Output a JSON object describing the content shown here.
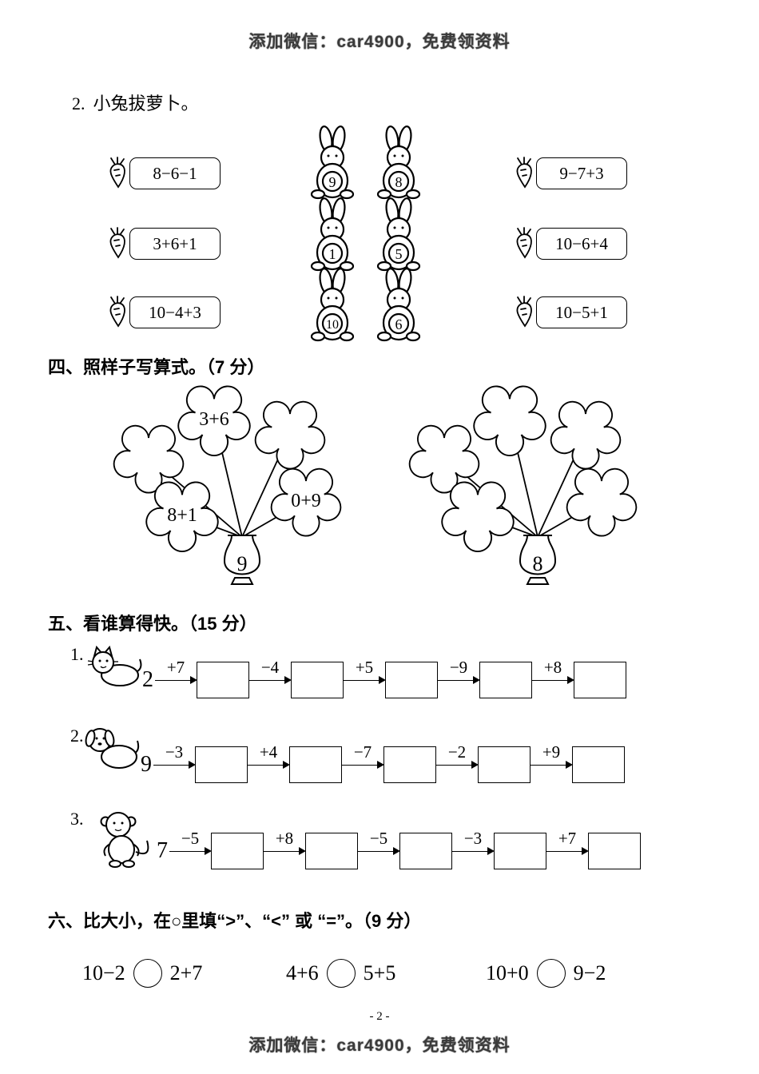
{
  "page": {
    "watermark_top": "添加微信：car4900，免费领资料",
    "watermark_bottom": "添加微信：car4900，免费领资料",
    "page_number": "- 2 -"
  },
  "icons": {
    "carrot": "carrot-icon",
    "rabbit": "rabbit-icon",
    "cat": "cat-icon",
    "dog": "dog-icon",
    "monkey": "monkey-icon",
    "arrow": "arrow-right-icon",
    "flower": "flower-shape",
    "vase": "vase-shape"
  },
  "q2": {
    "number": "2.",
    "title": "小兔拔萝卜。",
    "left_boxes": [
      "8−6−1",
      "3+6+1",
      "10−4+3"
    ],
    "right_boxes": [
      "9−7+3",
      "10−6+4",
      "10−5+1"
    ],
    "rabbit_numbers": [
      "9",
      "8",
      "1",
      "5",
      "10",
      "6"
    ]
  },
  "sec4": {
    "title": "四、照样子写算式。（7 分）",
    "flower_labels": [
      "3+6",
      "8+1",
      "0+9"
    ],
    "left_vase": "9",
    "right_vase": "8"
  },
  "sec5": {
    "title": "五、看谁算得快。（15 分）",
    "rows": [
      {
        "num": "1.",
        "animal": "cat",
        "start": "2",
        "ops": [
          "+7",
          "−4",
          "+5",
          "−9",
          "+8"
        ]
      },
      {
        "num": "2.",
        "animal": "dog",
        "start": "9",
        "ops": [
          "−3",
          "+4",
          "−7",
          "−2",
          "+9"
        ]
      },
      {
        "num": "3.",
        "animal": "monkey",
        "start": "7",
        "ops": [
          "−5",
          "+8",
          "−5",
          "−3",
          "+7"
        ]
      }
    ]
  },
  "sec6": {
    "title": "六、比大小，在○里填“>”、“<” 或 “=”。（9 分）",
    "items": [
      {
        "left": "10−2",
        "right": "2+7"
      },
      {
        "left": "4+6",
        "right": "5+5"
      },
      {
        "left": "10+0",
        "right": "9−2"
      }
    ]
  }
}
